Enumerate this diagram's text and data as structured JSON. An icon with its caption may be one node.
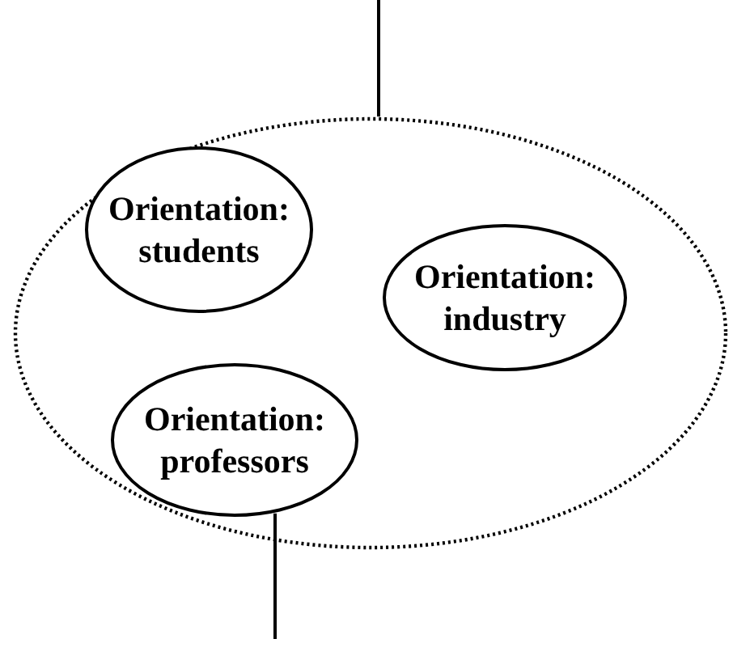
{
  "diagram": {
    "nodes": [
      {
        "text": [],
        "shape": "ellipse"
      },
      {
        "text": [
          "Orientation: students"
        ],
        "in": 0
      },
      {
        "text": [
          "Orientation: industry"
        ],
        "in": 0
      },
      {
        "text": [
          "Orientation: professors"
        ],
        "in": 0
      }
    ],
    "edges": [
      {
        "from": null,
        "to": 0,
        "arrow": "none"
      },
      {
        "from": 3,
        "to": null,
        "arrow": "none"
      }
    ]
  }
}
